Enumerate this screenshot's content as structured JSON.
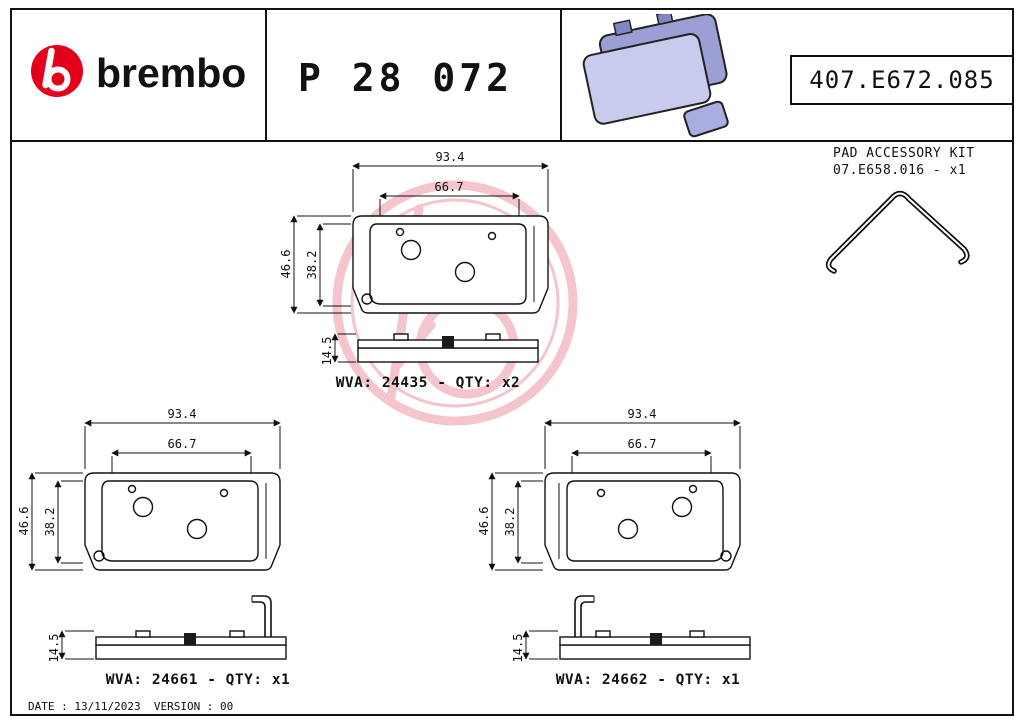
{
  "header": {
    "brand_wordmark": "brembo",
    "part_code": "P 28 072",
    "catalog_number": "407.E672.085"
  },
  "accessory_kit": {
    "title": "PAD ACCESSORY KIT",
    "code": "07.E658.016 - x1"
  },
  "drawings": [
    {
      "position": "top-center",
      "dim_width": "93.4",
      "dim_inner_width": "66.7",
      "dim_height": "46.6",
      "dim_inner_height": "38.2",
      "dim_thickness": "14.5",
      "wva_label": "WVA: 24435 - QTY: x2"
    },
    {
      "position": "bottom-left",
      "dim_width": "93.4",
      "dim_inner_width": "66.7",
      "dim_height": "46.6",
      "dim_inner_height": "38.2",
      "dim_thickness": "14.5",
      "wva_label": "WVA: 24661 - QTY: x1"
    },
    {
      "position": "bottom-right",
      "dim_width": "93.4",
      "dim_inner_width": "66.7",
      "dim_height": "46.6",
      "dim_inner_height": "38.2",
      "dim_thickness": "14.5",
      "wva_label": "WVA: 24662 - QTY: x1"
    }
  ],
  "footer": {
    "date_version": "DATE : 13/11/2023  VERSION : 00"
  },
  "colors": {
    "brand_red": "#e2001a",
    "line_black": "#111111",
    "watermark_pink": "#f3bcc4",
    "pad_lavender": "#c9cbec"
  }
}
